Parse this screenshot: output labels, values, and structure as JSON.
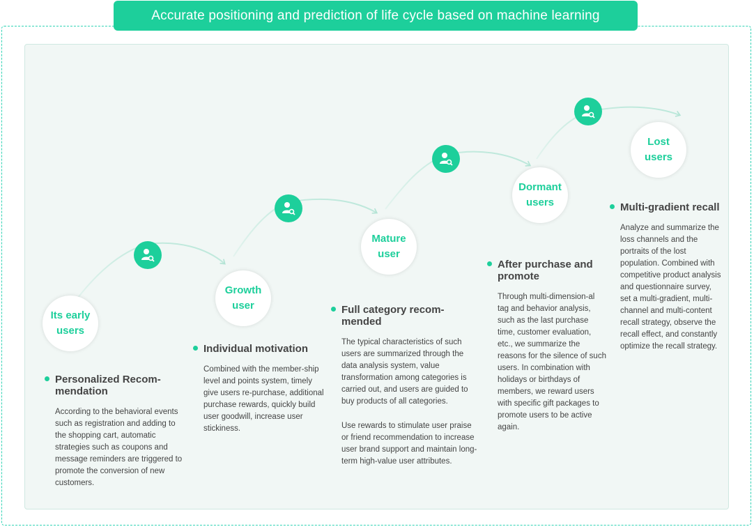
{
  "banner": {
    "title": "Accurate positioning and prediction of life cycle based on machine learning"
  },
  "colors": {
    "accent": "#1dcf9b",
    "border_dash": "#2fd3b4",
    "panel_bg": "#f1f7f5",
    "text": "#444444"
  },
  "stages": [
    {
      "label": "Its early users"
    },
    {
      "label": "Growth user"
    },
    {
      "label": "Mature user"
    },
    {
      "label": "Dormant users"
    },
    {
      "label": "Lost users"
    }
  ],
  "icons": {
    "name": "user-search-icon"
  },
  "blocks": [
    {
      "title": "Personalized Recom-mendation",
      "desc": "According to the behavioral events such as registration and adding to the shopping cart, automatic strategies such as coupons and message reminders are triggered to promote the conversion of new customers."
    },
    {
      "title": "Individual motivation",
      "desc": "Combined with the member-ship level and points system, timely give users re-purchase, additional purchase rewards, quickly build user goodwill, increase user stickiness."
    },
    {
      "title": "Full category recom-mended",
      "desc": "The typical characteristics of such users are summarized through the data analysis system, value transformation among categories is carried out, and users are guided to buy products of all categories.",
      "desc2": "Use rewards to stimulate user praise or friend recommendation to increase user brand support and maintain long-term high-value user attributes."
    },
    {
      "title": "After purchase and promote",
      "desc": "Through multi-dimension-al tag and behavior analysis, such as the last purchase time, customer evaluation, etc., we summarize the reasons for the silence of such users. In combination with holidays or birthdays of members, we reward users with specific gift packages to promote users to be active again."
    },
    {
      "title": "Multi-gradient recall",
      "desc": "Analyze and summarize the loss channels and the portraits of the lost population. Combined with competitive product analysis and questionnaire survey, set a multi-gradient, multi-channel and multi-content recall strategy, observe the recall effect, and constantly optimize the recall strategy."
    }
  ]
}
